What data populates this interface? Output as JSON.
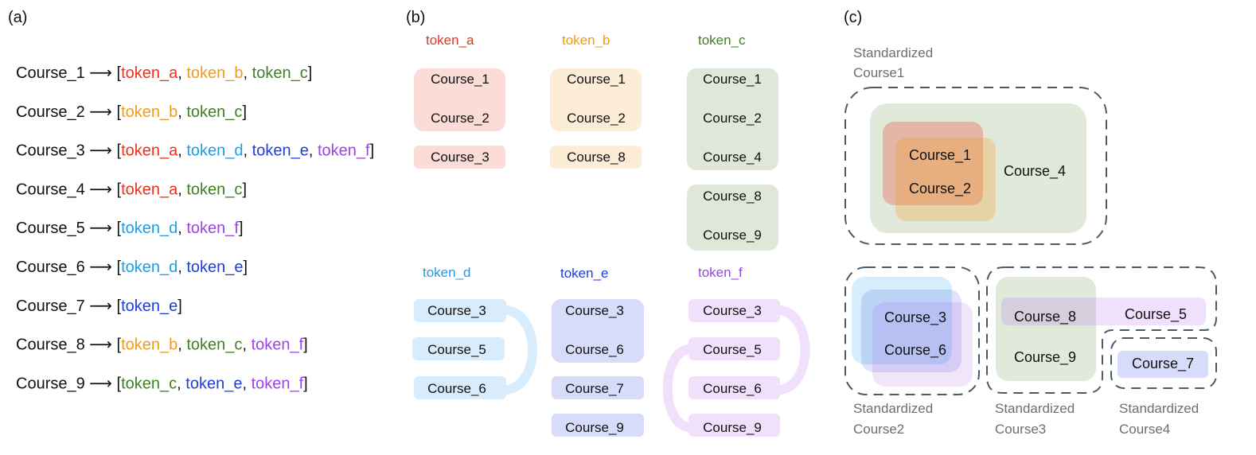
{
  "panel_labels": {
    "a": "(a)",
    "b": "(b)",
    "c": "(c)"
  },
  "colors": {
    "token_a": "#e8321e",
    "token_b": "#f09a1c",
    "token_c": "#3f7f25",
    "token_d": "#1e9be8",
    "token_e": "#1f3ddb",
    "token_f": "#9a44e6",
    "box_a": "#fbdcd6",
    "box_b": "#fdedd7",
    "box_c": "#dfe8d8",
    "box_d": "#d9ecfb",
    "box_e": "#d7dcfb",
    "box_f": "#f0e0fb",
    "dashed": "#4d5a66"
  },
  "arrow": "⟶",
  "panel_a": {
    "rows": [
      {
        "course": "Course_1",
        "tokens": [
          "token_a",
          "token_b",
          "token_c"
        ]
      },
      {
        "course": "Course_2",
        "tokens": [
          "token_b",
          "token_c"
        ]
      },
      {
        "course": "Course_3",
        "tokens": [
          "token_a",
          "token_d",
          "token_e",
          "token_f"
        ]
      },
      {
        "course": "Course_4",
        "tokens": [
          "token_a",
          "token_c"
        ]
      },
      {
        "course": "Course_5",
        "tokens": [
          "token_d",
          "token_f"
        ]
      },
      {
        "course": "Course_6",
        "tokens": [
          "token_d",
          "token_e"
        ]
      },
      {
        "course": "Course_7",
        "tokens": [
          "token_e"
        ]
      },
      {
        "course": "Course_8",
        "tokens": [
          "token_b",
          "token_c",
          "token_f"
        ]
      },
      {
        "course": "Course_9",
        "tokens": [
          "token_c",
          "token_e",
          "token_f"
        ]
      }
    ]
  },
  "panel_b": {
    "columns": [
      {
        "token": "token_a",
        "groups": [
          [
            "Course_1",
            "Course_2"
          ],
          [
            "Course_3"
          ]
        ]
      },
      {
        "token": "token_b",
        "groups": [
          [
            "Course_1",
            "Course_2"
          ],
          [
            "Course_8"
          ]
        ]
      },
      {
        "token": "token_c",
        "groups": [
          [
            "Course_1",
            "Course_2",
            "Course_4"
          ],
          [
            "Course_8",
            "Course_9"
          ]
        ]
      },
      {
        "token": "token_d",
        "groups": [
          [
            "Course_3"
          ],
          [
            "Course_5"
          ],
          [
            "Course_6"
          ]
        ]
      },
      {
        "token": "token_e",
        "groups": [
          [
            "Course_3",
            "Course_6"
          ],
          [
            "Course_7"
          ],
          [
            "Course_9"
          ]
        ]
      },
      {
        "token": "token_f",
        "groups": [
          [
            "Course_3"
          ],
          [
            "Course_5"
          ],
          [
            "Course_6"
          ],
          [
            "Course_9"
          ]
        ]
      }
    ]
  },
  "panel_c": {
    "standardized": [
      {
        "label_line1": "Standardized",
        "label_line2": "Course1",
        "courses": [
          "Course_1",
          "Course_2",
          "Course_4"
        ]
      },
      {
        "label_line1": "Standardized",
        "label_line2": "Course2",
        "courses": [
          "Course_3",
          "Course_6"
        ]
      },
      {
        "label_line1": "Standardized",
        "label_line2": "Course3",
        "courses": [
          "Course_8",
          "Course_9",
          "Course_5"
        ]
      },
      {
        "label_line1": "Standardized",
        "label_line2": "Course4",
        "courses": [
          "Course_7"
        ]
      }
    ]
  }
}
